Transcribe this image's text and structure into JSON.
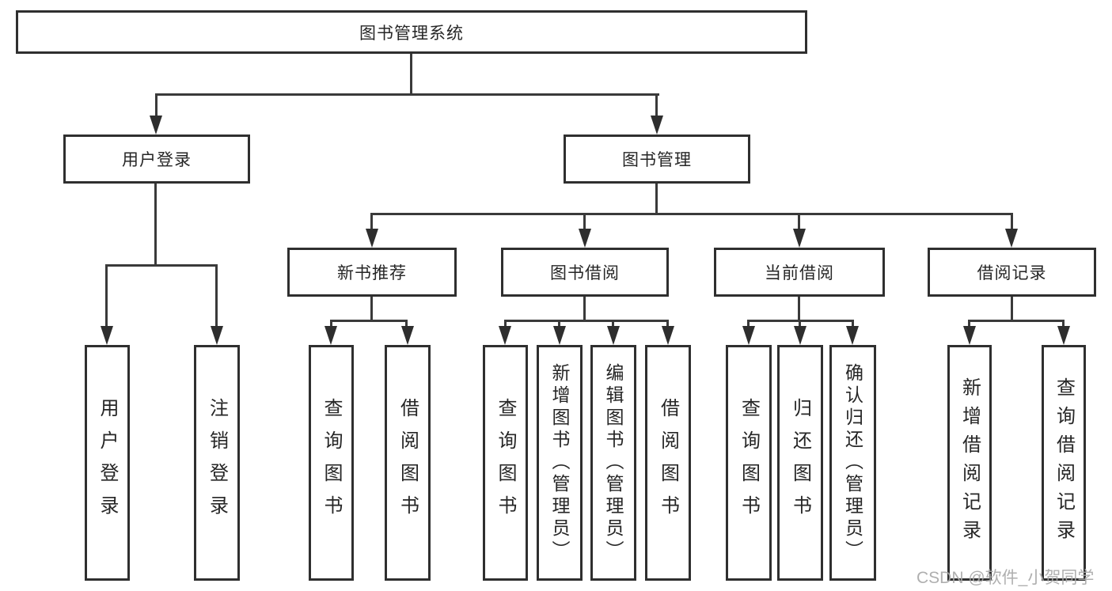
{
  "nodes": {
    "root": "图书管理系统",
    "user_login": "用户登录",
    "book_management": "图书管理",
    "new_book_recommend": "新书推荐",
    "book_borrow": "图书借阅",
    "current_borrow": "当前借阅",
    "borrow_records": "借阅记录",
    "ul_user_login": "用户登录",
    "ul_logout": "注销登录",
    "nb_query_books": "查询图书",
    "nb_borrow_books": "借阅图书",
    "bb_query_books": "查询图书",
    "bb_add_books_admin": "新增图书（管理员）",
    "bb_edit_books_admin": "编辑图书（管理员）",
    "bb_borrow_books": "借阅图书",
    "cb_query_books": "查询图书",
    "cb_return_books": "归还图书",
    "cb_confirm_return_admin": "确认归还（管理员）",
    "br_add_record": "新增借阅记录",
    "br_query_record": "查询借阅记录"
  },
  "watermark": "CSDN @软件_小贺同学",
  "colors": {
    "box_border": "#2f2f2f",
    "connector": "#3a3a3a",
    "text": "#262626",
    "watermark": "#a8a8a8",
    "background": "#ffffff"
  }
}
